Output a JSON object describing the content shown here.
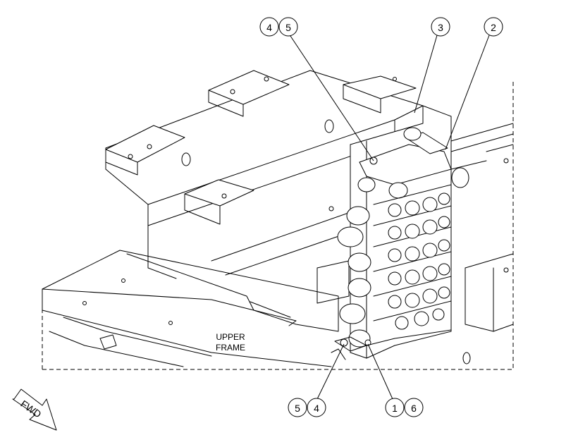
{
  "callouts": {
    "top": [
      {
        "id": "top-4",
        "label": "4"
      },
      {
        "id": "top-5",
        "label": "5"
      },
      {
        "id": "top-3",
        "label": "3"
      },
      {
        "id": "top-2",
        "label": "2"
      }
    ],
    "bottom": [
      {
        "id": "bottom-5",
        "label": "5"
      },
      {
        "id": "bottom-4",
        "label": "4"
      },
      {
        "id": "bottom-1",
        "label": "1"
      },
      {
        "id": "bottom-6",
        "label": "6"
      }
    ]
  },
  "frame_label": {
    "line1": "UPPER",
    "line2": "FRAME"
  },
  "direction_arrow": {
    "text": "FWD"
  },
  "colors": {
    "ink": "#000000",
    "paper": "#ffffff"
  }
}
